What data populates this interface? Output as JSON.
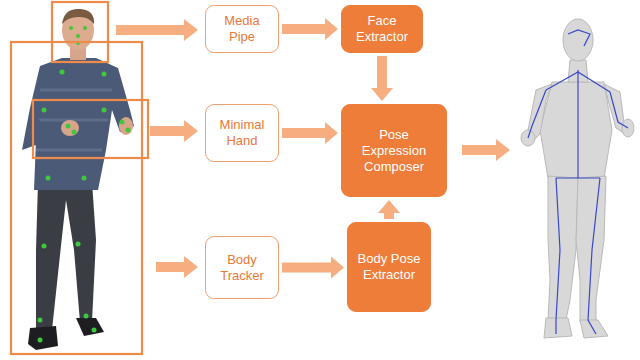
{
  "diagram": {
    "nodes": [
      {
        "text": [
          "Media Pipe"
        ]
      },
      {
        "text": [
          "Face Extractor"
        ]
      },
      {
        "text": [
          "Minimal Hand"
        ]
      },
      {
        "text": [
          "Pose Expression Composer"
        ]
      },
      {
        "text": [
          "Body Tracker"
        ]
      },
      {
        "text": [
          "Body Pose Extractor"
        ]
      }
    ],
    "edges": [
      {
        "from": 0,
        "to": 1,
        "arrow": "to"
      },
      {
        "from": 1,
        "to": 3,
        "arrow": "to"
      },
      {
        "from": 2,
        "to": 3,
        "arrow": "to"
      },
      {
        "from": 4,
        "to": 5,
        "arrow": "to"
      },
      {
        "from": 5,
        "to": 3,
        "arrow": "to"
      }
    ]
  }
}
